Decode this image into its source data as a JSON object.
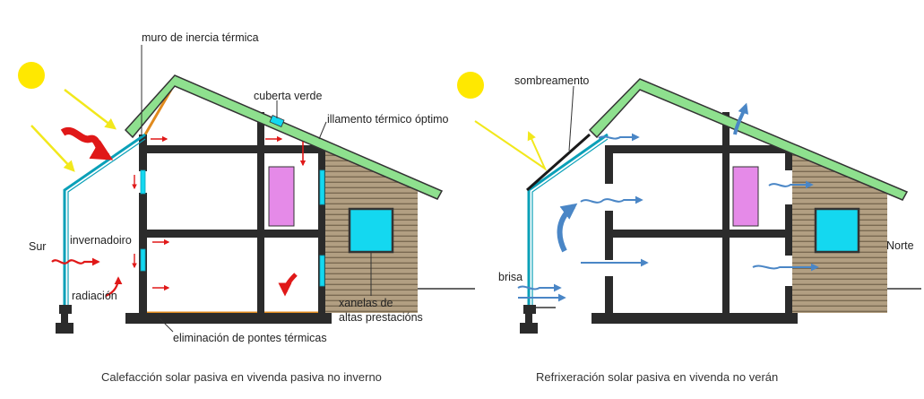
{
  "labels": {
    "muro": "muro de inercia térmica",
    "cuberta": "cuberta verde",
    "illamento": "illamento térmico óptimo",
    "sur": "Sur",
    "invernadoiro": "invernadoiro",
    "radiacion": "radiación",
    "xanelas_1": "xanelas de",
    "xanelas_2": "altas prestacións",
    "pontes": "eliminación de pontes térmicas",
    "sombreamento": "sombreamento",
    "brisa": "brisa",
    "norte": "Norte"
  },
  "captions": {
    "winter": "Calefacción solar pasiva en vivenda pasiva no inverno",
    "summer": "Refrixeración solar pasiva en vivenda no verán"
  },
  "colors": {
    "sun": "#ffe800",
    "roof_green": "#8ee08e",
    "wall": "#2b2b2b",
    "glass": "#0aa0b8",
    "window": "#14d8f0",
    "door": "#e58ae8",
    "wood": "#b29f82",
    "insulation": "#e08a1e",
    "heat_arrow": "#e01818",
    "sun_ray": "#f2e81c",
    "air_arrow": "#4a86c6"
  }
}
